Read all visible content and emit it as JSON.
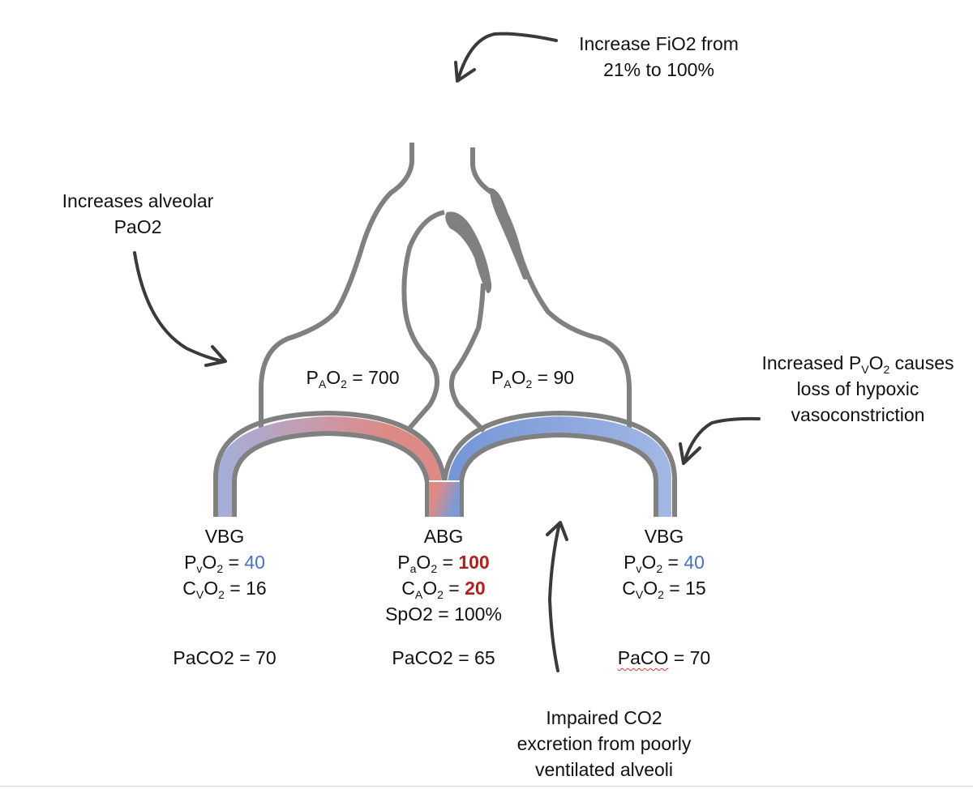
{
  "annotations": {
    "fio2": {
      "line1": "Increase FiO2 from",
      "line2": "21% to 100%"
    },
    "alveolar": {
      "line1": "Increases alveolar",
      "line2": "PaO2"
    },
    "hypoxic": {
      "line1_pre": "Increased P",
      "line1_sub": "V",
      "line1_mid": "O",
      "line1_sub2": "2",
      "line1_post": " causes",
      "line2": "loss of hypoxic",
      "line3": "vasoconstriction"
    },
    "co2": {
      "line1": "Impaired CO2",
      "line2": "excretion from poorly",
      "line3": "ventilated alveoli"
    }
  },
  "alveoli": {
    "left": {
      "prefix": "P",
      "sub": "A",
      "o": "O",
      "sub2": "2",
      "eq": " = ",
      "value": "700"
    },
    "right": {
      "prefix": "P",
      "sub": "A",
      "o": "O",
      "sub2": "2",
      "eq": " = ",
      "value": "90"
    }
  },
  "gases": {
    "left_vbg": {
      "title": "VBG",
      "p_prefix": "P",
      "p_sub": "v",
      "p_o": "O",
      "p_sub2": "2",
      "p_eq": " = ",
      "p_value": "40",
      "c_prefix": "C",
      "c_sub": "V",
      "c_o": "O",
      "c_sub2": "2",
      "c_eq": " = ",
      "c_value": "16",
      "co2": "PaCO2 = 70"
    },
    "abg": {
      "title": "ABG",
      "p_prefix": "P",
      "p_sub": "a",
      "p_o": "O",
      "p_sub2": "2",
      "p_eq": " = ",
      "p_value": "100",
      "c_prefix": "C",
      "c_sub": "A",
      "c_o": "O",
      "c_sub2": "2",
      "c_eq": " = ",
      "c_value": "20",
      "spo2": "SpO2 = 100%",
      "co2": "PaCO2 = 65"
    },
    "right_vbg": {
      "title": "VBG",
      "p_prefix": "P",
      "p_sub": "v",
      "p_o": "O",
      "p_sub2": "2",
      "p_eq": " = ",
      "p_value": "40",
      "c_prefix": "C",
      "c_sub": "V",
      "c_o": "O",
      "c_sub2": "2",
      "c_eq": " = ",
      "c_value": "15",
      "co2_word": "PaCO",
      "co2_rest": " = 70"
    }
  },
  "colors": {
    "outline": "#808080",
    "arrow": "#3a3a3a",
    "venous_blue": "#7b9bd8",
    "arterial_red": "#dd8a86",
    "value_blue": "#4a72c2",
    "value_red": "#b0201c"
  }
}
